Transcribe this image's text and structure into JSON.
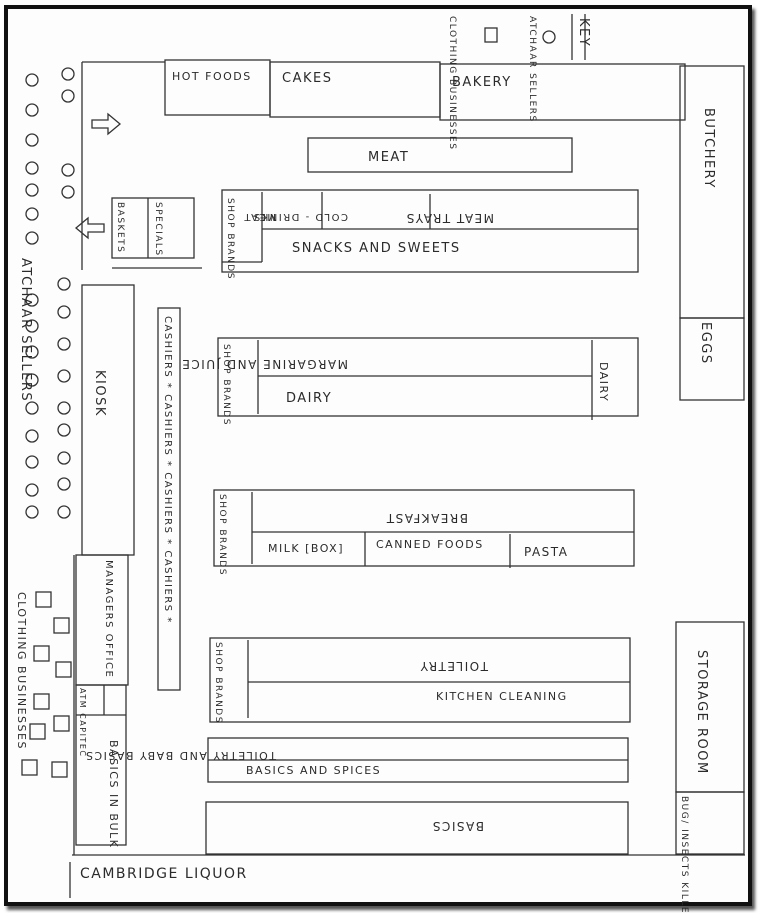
{
  "key": {
    "title": "KEY",
    "circle_label": "ATCHAAR SELLERS",
    "square_label": "CLOTHING BUSINESSES"
  },
  "sections": {
    "hot_foods": "HOT FOODS",
    "cakes": "CAKES",
    "bakery": "BAKERY",
    "butchery": "BUTCHERY",
    "meat": "MEAT",
    "shop_brands_1": "SHOP BRANDS",
    "meat_small": "MEAT",
    "cold_drinks": "COLD - DRINKS",
    "meat_trays": "MEAT TRAYS",
    "snacks_and_sweets": "SNACKS AND SWEETS",
    "baskets": "BASKETS",
    "specials": "SPECIALS",
    "eggs": "EGGS",
    "shop_brands_2": "SHOP BRANDS",
    "margarine_and_juice": "MARGARINE AND JUICE",
    "dairy": "DAIRY",
    "dairy_end": "DAIRY",
    "kiosk": "KIOSK",
    "cashiers": "CASHIERS * CASHIERS * CASHIERS * CASHIERS *",
    "atchaar_sellers": "ATCHAAR SELLERS",
    "shop_brands_3": "SHOP BRANDS",
    "breakfast": "BREAKFAST",
    "milk_box": "MILK [BOX]",
    "canned_foods": "CANNED FOODS",
    "pasta": "PASTA",
    "managers_office": "MANAGERS OFFICE",
    "clothing_businesses": "CLOTHING BUSINESSES",
    "shop_brands_4": "SHOP BRANDS",
    "toiletry": "TOILETRY",
    "kitchen_cleaning": "KITCHEN CLEANING",
    "storage_room": "STORAGE ROOM",
    "atm_capitec": "ATM CAPITEC",
    "basics_in_bulk": "BASICS IN BULK",
    "toiletry_and_baby_basics": "TOILETRY AND BABY BASICS",
    "basics_and_spices": "BASICS AND SPICES",
    "basics": "BASICS",
    "bug_insects_killers": "BUG/ INSECTS KILLERS",
    "cambridge_liquor": "CAMBRIDGE LIQUOR"
  }
}
